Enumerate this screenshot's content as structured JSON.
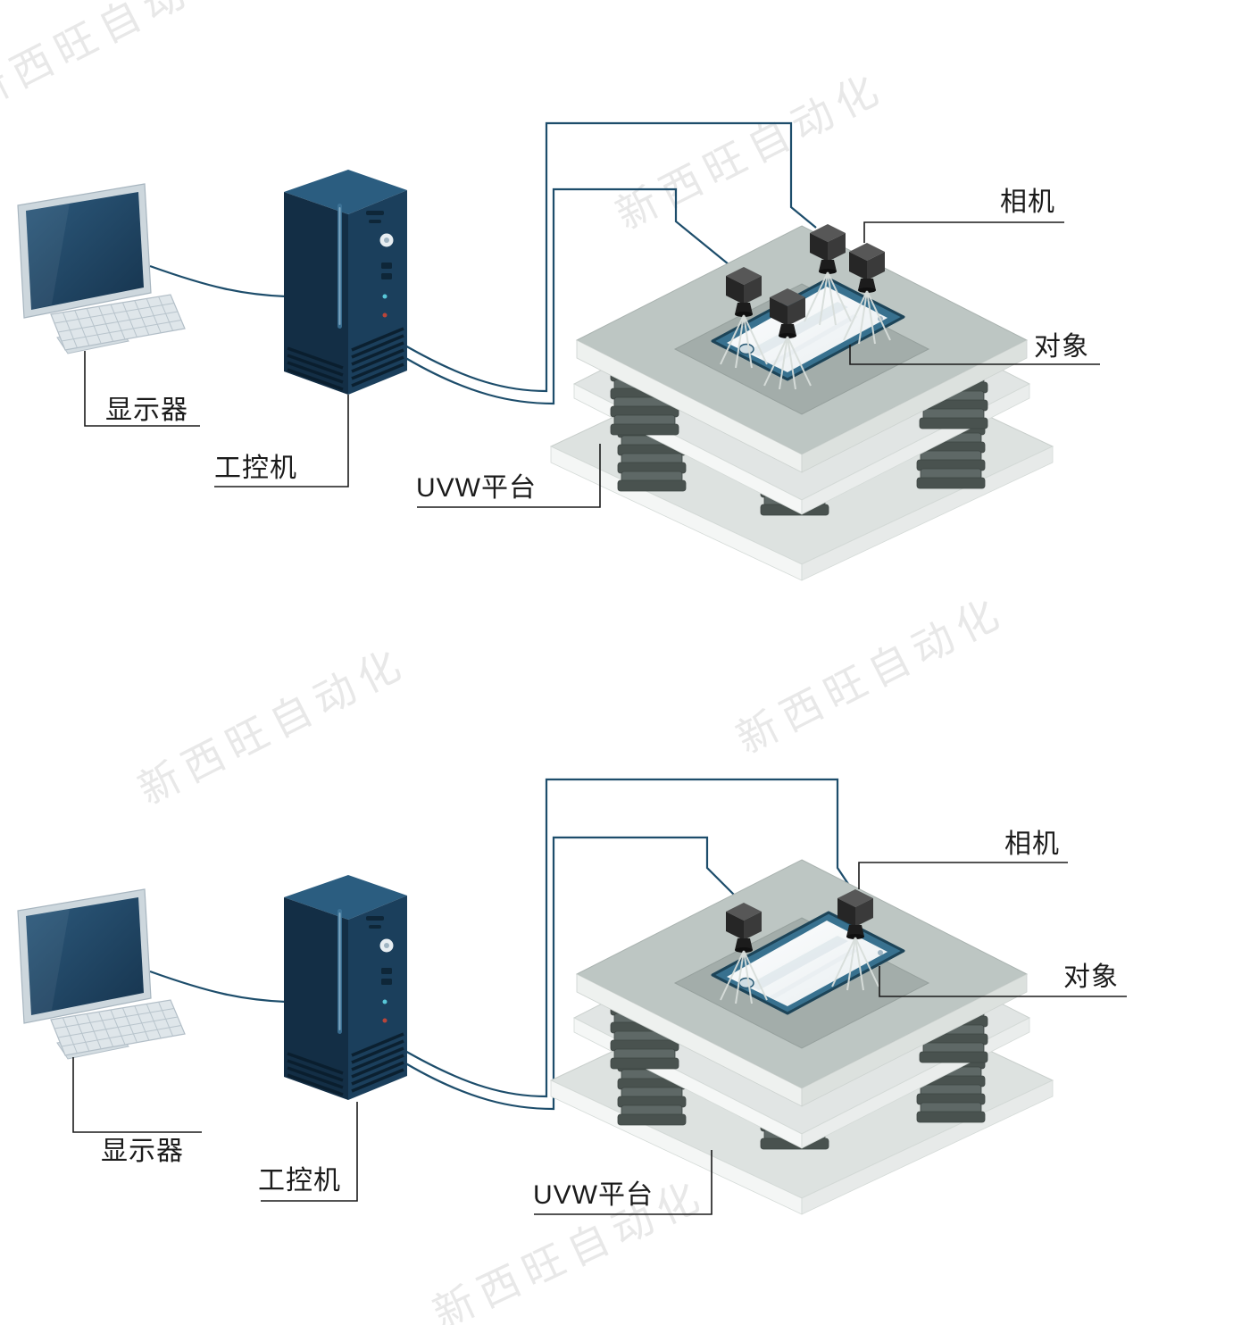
{
  "watermark": {
    "text": "新西旺自动化"
  },
  "diagrams": {
    "top": {
      "camera_count": 4,
      "labels": {
        "monitor": "显示器",
        "industrial_pc": "工控机",
        "platform": "UVW平台",
        "camera": "相机",
        "object": "对象"
      }
    },
    "bottom": {
      "camera_count": 2,
      "labels": {
        "monitor": "显示器",
        "industrial_pc": "工控机",
        "platform": "UVW平台",
        "camera": "相机",
        "object": "对象"
      }
    }
  },
  "colors": {
    "cable": "#1d4d6b",
    "pc_body": "#132e45",
    "platform_top": "#bdc6c3",
    "phone_frame": "#38718f",
    "label_text": "#1b1b1b",
    "watermark": "#e8e8e8"
  }
}
